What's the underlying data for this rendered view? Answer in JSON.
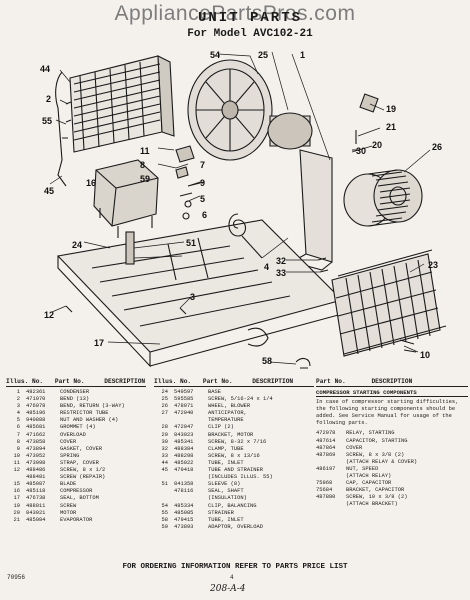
{
  "watermark": "AppliancePartsPros.com",
  "header": {
    "title": "UNIT PARTS",
    "model_label": "For Model",
    "model": "AVC102-21"
  },
  "callouts": [
    "54",
    "25",
    "1",
    "44",
    "2",
    "19",
    "55",
    "11",
    "8",
    "59",
    "21",
    "20",
    "16",
    "7",
    "9",
    "30",
    "45",
    "5",
    "6",
    "26",
    "24",
    "51",
    "4",
    "32",
    "33",
    "23",
    "12",
    "17",
    "58",
    "3",
    "10"
  ],
  "table": {
    "col_ill": "Illus. No.",
    "col_part": "Part No.",
    "col_desc": "DESCRIPTION",
    "col1": [
      [
        "1",
        "482361",
        "CONDENSER"
      ],
      [
        "2",
        "471070",
        "BEND (13)"
      ],
      [
        "3",
        "476078",
        "BEND, RETURN (3-WAY)"
      ],
      [
        "4",
        "485196",
        "RESTRICTOR TUBE"
      ],
      [
        "5",
        "940888",
        "NUT AND WASHER (4)"
      ],
      [
        "6",
        "485681",
        "GROMMET (4)"
      ],
      [
        "7",
        "471662",
        "OVERLOAD"
      ],
      [
        "8",
        "473858",
        "COVER"
      ],
      [
        "9",
        "473894",
        "GASKET, COVER"
      ],
      [
        "10",
        "473952",
        "SPRING"
      ],
      [
        "11",
        "473998",
        "STRAP, COVER"
      ],
      [
        "12",
        "488486",
        "SCREW, 8 x 1/2"
      ],
      [
        "",
        "488481",
        "SCREW (REPAIR)"
      ],
      [
        "15",
        "485087",
        "BLADE"
      ],
      [
        "16",
        "485118",
        "COMPRESSOR"
      ],
      [
        "17",
        "476738",
        "SEAL, BOTTOM"
      ],
      [
        "19",
        "488011",
        "SCREW"
      ],
      [
        "20",
        "843021",
        "MOTOR"
      ],
      [
        "21",
        "485084",
        "EVAPORATOR"
      ]
    ],
    "col2": [
      [
        "24",
        "549597",
        "BASE"
      ],
      [
        "25",
        "595585",
        "SCREW, 5/16-24 x 1/4"
      ],
      [
        "26",
        "478071",
        "WHEEL, BLOWER"
      ],
      [
        "27",
        "472040",
        "ANTICIPATOR,"
      ],
      [
        "",
        "",
        "TEMPERATURE"
      ],
      [
        "28",
        "472047",
        "CLIP (2)"
      ],
      [
        "29",
        "843023",
        "BRACKET, MOTOR"
      ],
      [
        "30",
        "485341",
        "SCREW, 8-32 x 7/16"
      ],
      [
        "32",
        "488384",
        "CLAMP, TUBE"
      ],
      [
        "33",
        "488298",
        "SCREW, 8 x 13/16"
      ],
      [
        "44",
        "485022",
        "TUBE, INLET"
      ],
      [
        "45",
        "479418",
        "TUBE AND STRAINER"
      ],
      [
        "",
        "",
        "(INCLUDES ILLUS. 55)"
      ],
      [
        "51",
        "841358",
        "SLEEVE (8)"
      ],
      [
        "",
        "478116",
        "SEAL, SHAFT"
      ],
      [
        "",
        "",
        "(INSULATION)"
      ],
      [
        "54",
        "485334",
        "CLIP, BALANCING"
      ],
      [
        "55",
        "485085",
        "STRAINER"
      ],
      [
        "58",
        "479415",
        "TUBE, INLET"
      ],
      [
        "59",
        "473893",
        "ADAPTOR, OVERLOAD"
      ]
    ],
    "col3_title": "COMPRESSOR STARTING COMPONENTS",
    "col3_note": "In case of compressor starting difficulties, the following starting components should be added. See Service Manual for usage of the following parts.",
    "col3": [
      [
        "472078",
        "RELAY, STARTING"
      ],
      [
        "487614",
        "CAPACITOR, STARTING"
      ],
      [
        "487864",
        "COVER"
      ],
      [
        "487869",
        "SCREW, 8 x 3/8 (2)"
      ],
      [
        "",
        "(ATTACH RELAY & COVER)"
      ],
      [
        "486197",
        "NUT, SPEED"
      ],
      [
        "",
        "(ATTACH RELAY)"
      ],
      [
        "75968",
        "CAP, CAPACITOR"
      ],
      [
        "75684",
        "BRACKET, CAPACITOR"
      ],
      [
        "487880",
        "SCREW, 10 x 3/8 (2)"
      ],
      [
        "",
        "(ATTACH BRACKET)"
      ]
    ]
  },
  "footer": "FOR ORDERING INFORMATION REFER TO PARTS PRICE LIST",
  "doc_number": "70956",
  "page_number": "4",
  "handwritten": "208-A-4"
}
